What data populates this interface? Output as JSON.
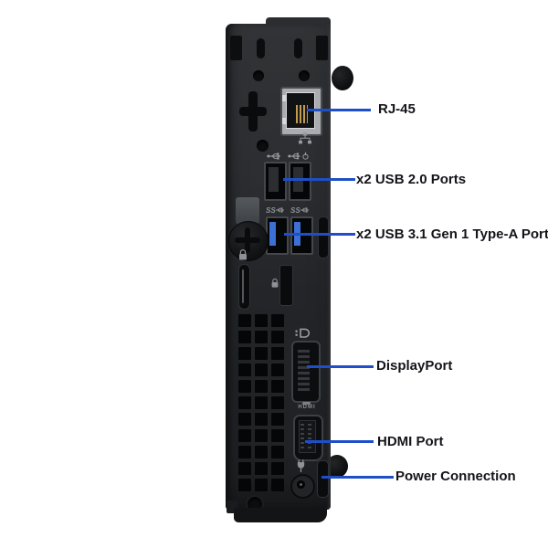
{
  "callouts": [
    {
      "id": "rj45",
      "label": "RJ-45"
    },
    {
      "id": "usb2",
      "label": "x2 USB 2.0 Ports"
    },
    {
      "id": "usb31",
      "label": "x2 USB 3.1 Gen 1 Type-A Port"
    },
    {
      "id": "displayport",
      "label": "DisplayPort"
    },
    {
      "id": "hdmi",
      "label": "HDMI Port"
    },
    {
      "id": "power",
      "label": "Power Connection"
    }
  ],
  "port_glyphs": {
    "hdmi": "HDMI",
    "ss_left": "SS",
    "ss_right": "SS"
  },
  "icons": [
    "ethernet-network-icon",
    "usb-icon",
    "usb-smart-power-icon",
    "usb-superspeed-icon",
    "padlock-icon",
    "security-lock-icon",
    "displayport-icon",
    "power-plug-icon"
  ],
  "colors": {
    "callout_line": "#1e4fc8",
    "label_text": "#14141a",
    "chassis_body": "#2b2d30",
    "usb3_tab": "#3c70d4",
    "rj45_metal": "#a9acb0",
    "icon_gray": "#95989c",
    "background": "#ffffff"
  },
  "vents": {
    "columns": 3,
    "rows": 11
  }
}
